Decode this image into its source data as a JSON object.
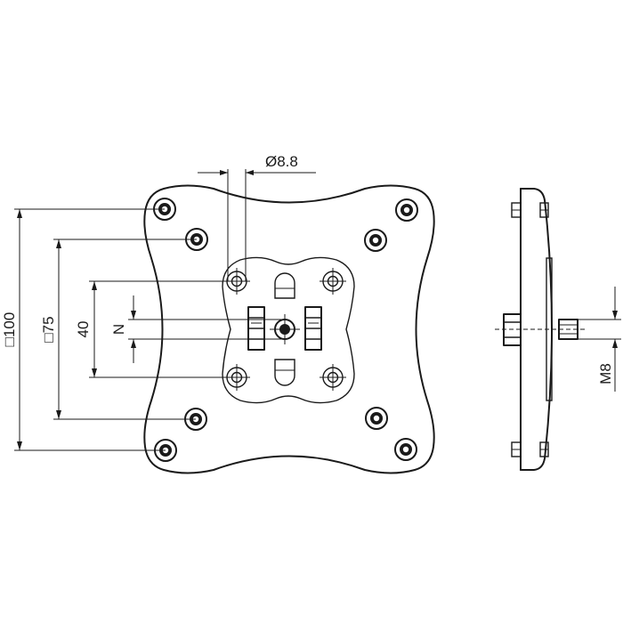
{
  "dimensions": {
    "hole_diameter": "Ø8.8",
    "pattern_100": "□100",
    "pattern_75": "□75",
    "pattern_40": "40",
    "offset_n": "N",
    "bolt_thread": "M8"
  }
}
